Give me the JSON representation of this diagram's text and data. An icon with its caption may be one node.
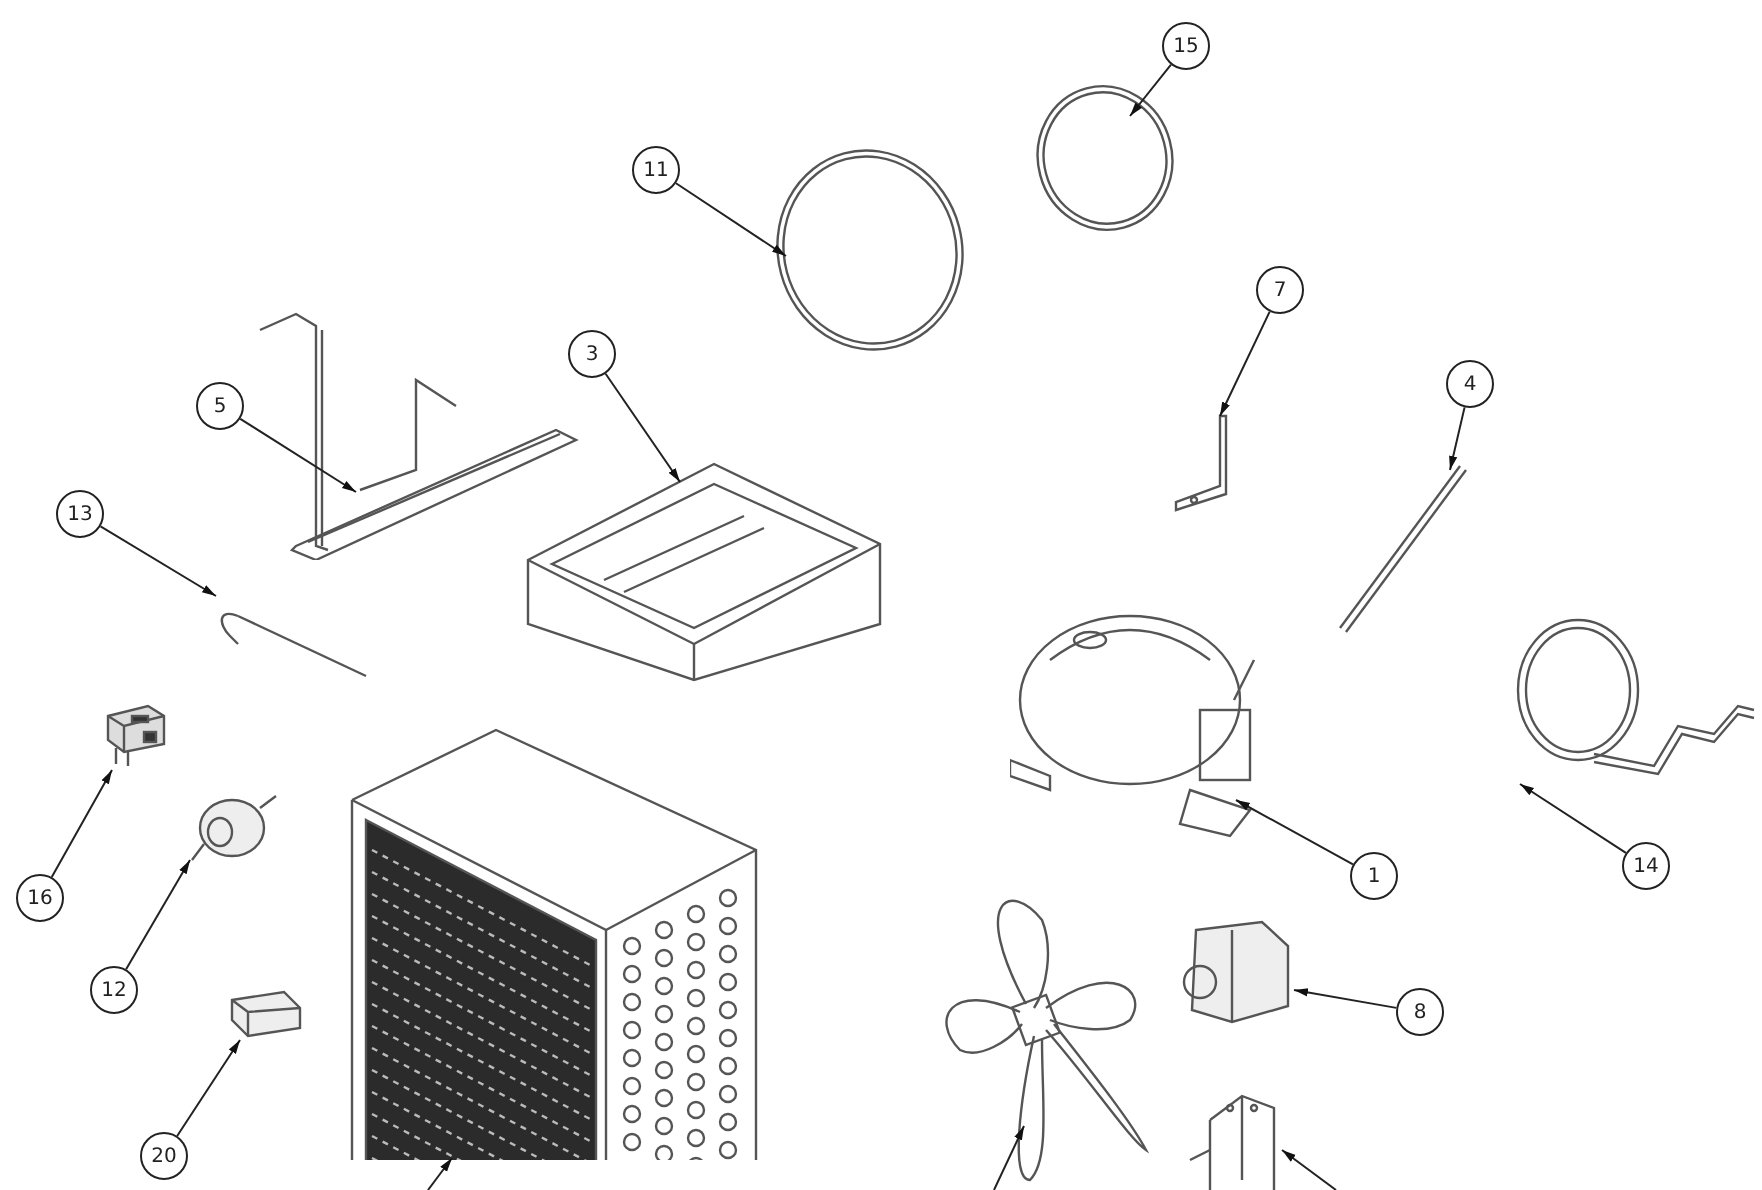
{
  "diagram": {
    "nodes": [
      {
        "text": [
          "15"
        ]
      },
      {
        "text": [
          "11"
        ]
      },
      {
        "text": [
          "7"
        ]
      },
      {
        "text": [
          "4"
        ]
      },
      {
        "text": [
          "3"
        ]
      },
      {
        "text": [
          "5"
        ]
      },
      {
        "text": [
          "13"
        ]
      },
      {
        "text": [
          "1"
        ]
      },
      {
        "text": [
          "14"
        ]
      },
      {
        "text": [
          "16"
        ]
      },
      {
        "text": [
          "12"
        ]
      },
      {
        "text": [
          "20"
        ]
      },
      {
        "text": [
          "8"
        ]
      },
      {
        "text": [],
        "shape": "picture"
      },
      {
        "text": [],
        "shape": "picture"
      },
      {
        "text": [],
        "shape": "picture"
      },
      {
        "text": [],
        "shape": "picture"
      },
      {
        "text": [],
        "shape": "picture"
      },
      {
        "text": [],
        "shape": "picture"
      },
      {
        "text": [],
        "shape": "picture"
      },
      {
        "text": [],
        "shape": "picture"
      },
      {
        "text": [],
        "shape": "picture"
      },
      {
        "text": [],
        "shape": "picture"
      },
      {
        "text": [],
        "shape": "picture"
      },
      {
        "text": [],
        "shape": "picture"
      },
      {
        "text": [],
        "shape": "picture"
      },
      {
        "text": [],
        "shape": "picture"
      },
      {
        "text": [],
        "shape": "picture"
      },
      {
        "text": [],
        "shape": "picture"
      }
    ],
    "edges": [
      {
        "from": 0,
        "to": 13,
        "arrow": "to"
      },
      {
        "from": 1,
        "to": 14,
        "arrow": "to"
      },
      {
        "from": 2,
        "to": 15,
        "arrow": "to"
      },
      {
        "from": 3,
        "to": 16,
        "arrow": "to"
      },
      {
        "from": 4,
        "to": 17,
        "arrow": "to"
      },
      {
        "from": 5,
        "to": 18,
        "arrow": "to"
      },
      {
        "from": 6,
        "to": 19,
        "arrow": "to"
      },
      {
        "from": 7,
        "to": 20,
        "arrow": "to"
      },
      {
        "from": 8,
        "to": 21,
        "arrow": "to"
      },
      {
        "from": 9,
        "to": 22,
        "arrow": "to"
      },
      {
        "from": 10,
        "to": 23,
        "arrow": "to"
      },
      {
        "from": 11,
        "to": 24,
        "arrow": "to"
      },
      {
        "from": 12,
        "to": 27,
        "arrow": "to"
      },
      {
        "from": null,
        "to": 25,
        "arrow": "to"
      },
      {
        "from": null,
        "to": 26,
        "arrow": "to"
      },
      {
        "from": null,
        "to": 28,
        "arrow": "to"
      }
    ]
  }
}
